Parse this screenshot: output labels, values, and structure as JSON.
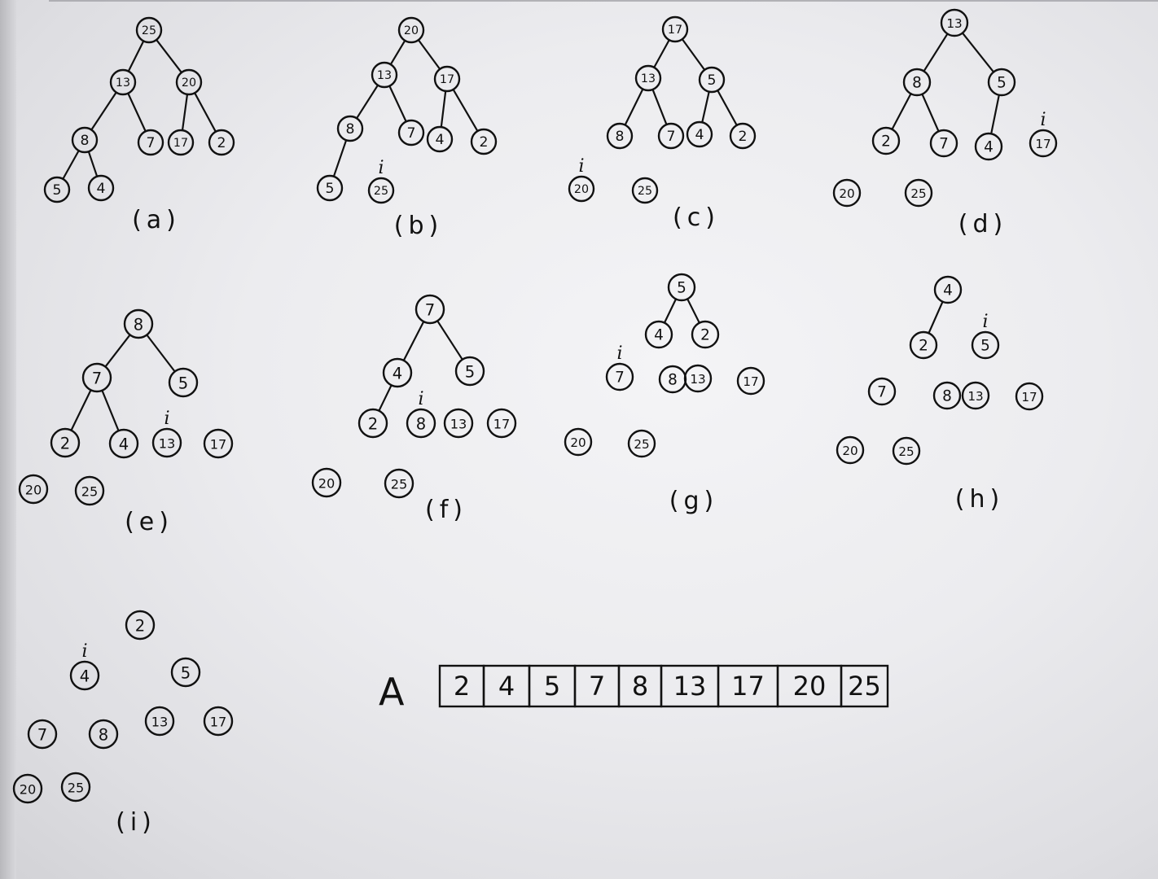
{
  "panels": [
    {
      "caption": "(a)",
      "nodes": [
        {
          "id": "n25",
          "label": "25"
        },
        {
          "id": "n13",
          "label": "13"
        },
        {
          "id": "n20",
          "label": "20"
        },
        {
          "id": "n8",
          "label": "8"
        },
        {
          "id": "n7",
          "label": "7"
        },
        {
          "id": "n17",
          "label": "17"
        },
        {
          "id": "n2",
          "label": "2"
        },
        {
          "id": "n5",
          "label": "5"
        },
        {
          "id": "n4",
          "label": "4"
        }
      ],
      "edges": [
        [
          "n25",
          "n13"
        ],
        [
          "n25",
          "n20"
        ],
        [
          "n13",
          "n8"
        ],
        [
          "n13",
          "n7"
        ],
        [
          "n20",
          "n17"
        ],
        [
          "n20",
          "n2"
        ],
        [
          "n8",
          "n5"
        ],
        [
          "n8",
          "n4"
        ]
      ],
      "marker": null
    },
    {
      "caption": "(b)",
      "nodes": [
        {
          "id": "n20",
          "label": "20"
        },
        {
          "id": "n13",
          "label": "13"
        },
        {
          "id": "n17",
          "label": "17"
        },
        {
          "id": "n8",
          "label": "8"
        },
        {
          "id": "n7",
          "label": "7"
        },
        {
          "id": "n4",
          "label": "4"
        },
        {
          "id": "n2",
          "label": "2"
        },
        {
          "id": "n5",
          "label": "5"
        },
        {
          "id": "n25",
          "label": "25"
        }
      ],
      "edges": [
        [
          "n20",
          "n13"
        ],
        [
          "n20",
          "n17"
        ],
        [
          "n13",
          "n8"
        ],
        [
          "n13",
          "n7"
        ],
        [
          "n17",
          "n4"
        ],
        [
          "n17",
          "n2"
        ],
        [
          "n8",
          "n5"
        ]
      ],
      "marker": "n25"
    },
    {
      "caption": "(c)",
      "nodes": [
        {
          "id": "n17",
          "label": "17"
        },
        {
          "id": "n13",
          "label": "13"
        },
        {
          "id": "n5",
          "label": "5"
        },
        {
          "id": "n8",
          "label": "8"
        },
        {
          "id": "n7",
          "label": "7"
        },
        {
          "id": "n4",
          "label": "4"
        },
        {
          "id": "n2",
          "label": "2"
        },
        {
          "id": "n20",
          "label": "20"
        },
        {
          "id": "n25",
          "label": "25"
        }
      ],
      "edges": [
        [
          "n17",
          "n13"
        ],
        [
          "n17",
          "n5"
        ],
        [
          "n13",
          "n8"
        ],
        [
          "n13",
          "n7"
        ],
        [
          "n5",
          "n4"
        ],
        [
          "n5",
          "n2"
        ]
      ],
      "marker": "n20"
    },
    {
      "caption": "(d)",
      "nodes": [
        {
          "id": "n13",
          "label": "13"
        },
        {
          "id": "n8",
          "label": "8"
        },
        {
          "id": "n5",
          "label": "5"
        },
        {
          "id": "n2",
          "label": "2"
        },
        {
          "id": "n7",
          "label": "7"
        },
        {
          "id": "n4",
          "label": "4"
        },
        {
          "id": "n17",
          "label": "17"
        },
        {
          "id": "n20",
          "label": "20"
        },
        {
          "id": "n25",
          "label": "25"
        }
      ],
      "edges": [
        [
          "n13",
          "n8"
        ],
        [
          "n13",
          "n5"
        ],
        [
          "n8",
          "n2"
        ],
        [
          "n8",
          "n7"
        ],
        [
          "n5",
          "n4"
        ]
      ],
      "marker": "n17"
    },
    {
      "caption": "(e)",
      "nodes": [
        {
          "id": "n8",
          "label": "8"
        },
        {
          "id": "n7",
          "label": "7"
        },
        {
          "id": "n5",
          "label": "5"
        },
        {
          "id": "n2",
          "label": "2"
        },
        {
          "id": "n4",
          "label": "4"
        },
        {
          "id": "n13",
          "label": "13"
        },
        {
          "id": "n17",
          "label": "17"
        },
        {
          "id": "n20",
          "label": "20"
        },
        {
          "id": "n25",
          "label": "25"
        }
      ],
      "edges": [
        [
          "n8",
          "n7"
        ],
        [
          "n8",
          "n5"
        ],
        [
          "n7",
          "n2"
        ],
        [
          "n7",
          "n4"
        ]
      ],
      "marker": "n13"
    },
    {
      "caption": "(f)",
      "nodes": [
        {
          "id": "n7",
          "label": "7"
        },
        {
          "id": "n4",
          "label": "4"
        },
        {
          "id": "n5",
          "label": "5"
        },
        {
          "id": "n2",
          "label": "2"
        },
        {
          "id": "n8",
          "label": "8"
        },
        {
          "id": "n13",
          "label": "13"
        },
        {
          "id": "n17",
          "label": "17"
        },
        {
          "id": "n20",
          "label": "20"
        },
        {
          "id": "n25",
          "label": "25"
        }
      ],
      "edges": [
        [
          "n7",
          "n4"
        ],
        [
          "n7",
          "n5"
        ],
        [
          "n4",
          "n2"
        ]
      ],
      "marker": "n8"
    },
    {
      "caption": "(g)",
      "nodes": [
        {
          "id": "n5",
          "label": "5"
        },
        {
          "id": "n4",
          "label": "4"
        },
        {
          "id": "n2",
          "label": "2"
        },
        {
          "id": "n7",
          "label": "7"
        },
        {
          "id": "n8",
          "label": "8"
        },
        {
          "id": "n13",
          "label": "13"
        },
        {
          "id": "n17",
          "label": "17"
        },
        {
          "id": "n20",
          "label": "20"
        },
        {
          "id": "n25",
          "label": "25"
        }
      ],
      "edges": [
        [
          "n5",
          "n4"
        ],
        [
          "n5",
          "n2"
        ]
      ],
      "marker": "n7"
    },
    {
      "caption": "(h)",
      "nodes": [
        {
          "id": "n4",
          "label": "4"
        },
        {
          "id": "n2",
          "label": "2"
        },
        {
          "id": "n5",
          "label": "5"
        },
        {
          "id": "n7",
          "label": "7"
        },
        {
          "id": "n8",
          "label": "8"
        },
        {
          "id": "n13",
          "label": "13"
        },
        {
          "id": "n17",
          "label": "17"
        },
        {
          "id": "n20",
          "label": "20"
        },
        {
          "id": "n25",
          "label": "25"
        }
      ],
      "edges": [
        [
          "n4",
          "n2"
        ]
      ],
      "marker": "n5"
    },
    {
      "caption": "(i)",
      "nodes": [
        {
          "id": "n2",
          "label": "2"
        },
        {
          "id": "n4",
          "label": "4"
        },
        {
          "id": "n5",
          "label": "5"
        },
        {
          "id": "n7",
          "label": "7"
        },
        {
          "id": "n8",
          "label": "8"
        },
        {
          "id": "n13",
          "label": "13"
        },
        {
          "id": "n17",
          "label": "17"
        },
        {
          "id": "n20",
          "label": "20"
        },
        {
          "id": "n25",
          "label": "25"
        }
      ],
      "edges": [],
      "marker": "n4"
    }
  ],
  "marker_symbol": "i",
  "array": {
    "label": "A",
    "values": [
      "2",
      "4",
      "5",
      "7",
      "8",
      "13",
      "17",
      "20",
      "25"
    ]
  }
}
